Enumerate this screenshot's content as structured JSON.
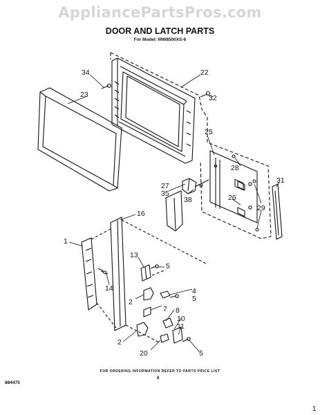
{
  "watermark": "AppliancePartsPros.com",
  "title": "DOOR AND LATCH PARTS",
  "subtitle": "For Model: MW8500XS-6",
  "callouts": {
    "p1": "1",
    "p2a": "2",
    "p2b": "2",
    "p4": "4",
    "p5a": "5",
    "p5b": "5",
    "p5c": "5",
    "p7": "7",
    "p8": "8",
    "p10": "10",
    "p11": "11",
    "p13": "13",
    "p14": "14",
    "p16": "16",
    "p20": "20",
    "p22": "22",
    "p23": "23",
    "p25": "25",
    "p26": "26",
    "p27": "27",
    "p28": "28",
    "p29": "29",
    "p31": "31",
    "p32": "32",
    "p34": "34",
    "p35": "35",
    "p38": "38"
  },
  "footer": {
    "ordering_note": "FOR ORDERING INFORMATION REFER TO PARTS PRICE LIST",
    "page": "8",
    "part_number": "884475",
    "corner": "1"
  }
}
